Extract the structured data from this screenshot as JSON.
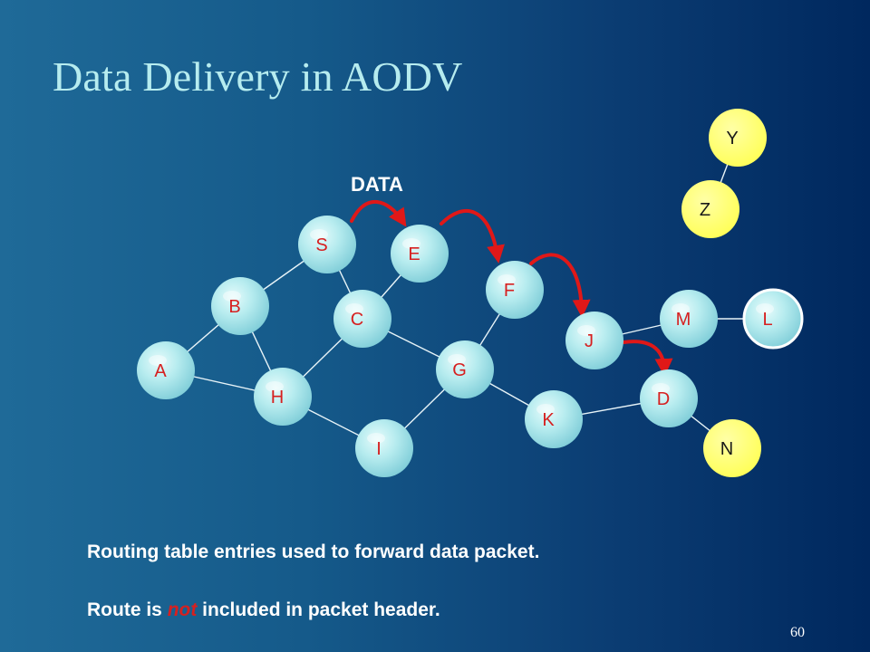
{
  "title": "Data Delivery in AODV",
  "data_label": "DATA",
  "caption": {
    "line1": "Routing table entries used to forward data packet.",
    "line2_before": "Route is ",
    "line2_emphasis": "not",
    "line2_after": " included in packet header."
  },
  "page_number": "60",
  "colors": {
    "background_left": "#1f6a98",
    "background_right": "#00285e",
    "title": "#b6ecef",
    "node_label": "#d62020",
    "arrow": "#e01818",
    "highlight_node": "#ffff66"
  },
  "nodes": [
    {
      "id": "S",
      "label": "S",
      "style": "bubble"
    },
    {
      "id": "E",
      "label": "E",
      "style": "bubble"
    },
    {
      "id": "F",
      "label": "F",
      "style": "bubble"
    },
    {
      "id": "B",
      "label": "B",
      "style": "bubble"
    },
    {
      "id": "C",
      "label": "C",
      "style": "bubble"
    },
    {
      "id": "M",
      "label": "M",
      "style": "bubble"
    },
    {
      "id": "L",
      "label": "L",
      "style": "bubble-outlined"
    },
    {
      "id": "J",
      "label": "J",
      "style": "bubble"
    },
    {
      "id": "A",
      "label": "A",
      "style": "bubble"
    },
    {
      "id": "G",
      "label": "G",
      "style": "bubble"
    },
    {
      "id": "H",
      "label": "H",
      "style": "bubble"
    },
    {
      "id": "D",
      "label": "D",
      "style": "bubble"
    },
    {
      "id": "K",
      "label": "K",
      "style": "bubble"
    },
    {
      "id": "I",
      "label": "I",
      "style": "bubble"
    },
    {
      "id": "N",
      "label": "N",
      "style": "yellow"
    },
    {
      "id": "Y",
      "label": "Y",
      "style": "yellow"
    },
    {
      "id": "Z",
      "label": "Z",
      "style": "yellow"
    }
  ],
  "links": [
    [
      "S",
      "B"
    ],
    [
      "S",
      "C"
    ],
    [
      "E",
      "C"
    ],
    [
      "B",
      "A"
    ],
    [
      "B",
      "H"
    ],
    [
      "A",
      "H"
    ],
    [
      "C",
      "H"
    ],
    [
      "C",
      "G"
    ],
    [
      "H",
      "I"
    ],
    [
      "I",
      "G"
    ],
    [
      "G",
      "F"
    ],
    [
      "G",
      "K"
    ],
    [
      "K",
      "D"
    ],
    [
      "D",
      "N"
    ],
    [
      "J",
      "M"
    ],
    [
      "M",
      "L"
    ],
    [
      "Y",
      "Z"
    ]
  ],
  "data_path": [
    [
      "S",
      "E"
    ],
    [
      "E",
      "F"
    ],
    [
      "F",
      "J"
    ],
    [
      "J",
      "D"
    ]
  ]
}
